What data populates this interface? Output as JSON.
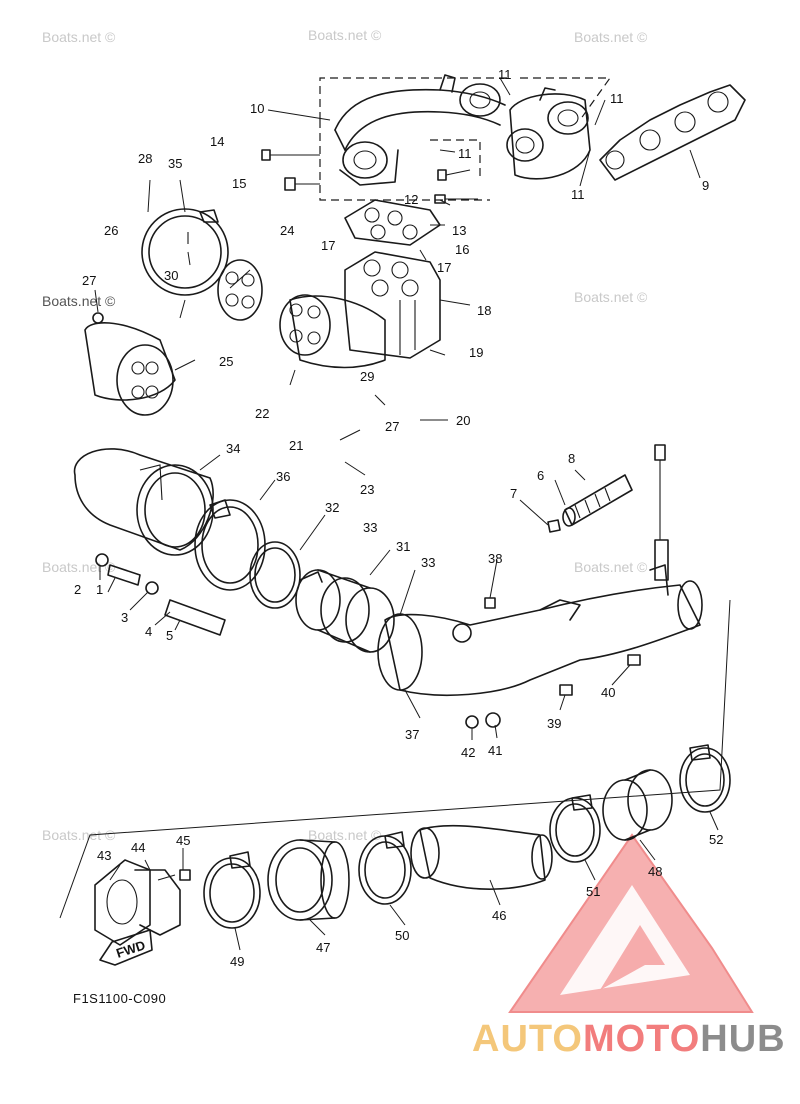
{
  "watermark_text": "Boats.net ©",
  "diagram_code": "F1S1100-C090",
  "fwd_label": "FWD",
  "logo": {
    "part1": "AUTO",
    "part2": "MOTO",
    "part3": "HUB",
    "color_primary": "#f27d7d",
    "color_secondary": "#f4c77a",
    "color_tertiary": "#8c8c8c"
  },
  "callouts": {
    "n1": "1",
    "n2": "2",
    "n3": "3",
    "n4": "4",
    "n5": "5",
    "n6": "6",
    "n7": "7",
    "n8": "8",
    "n9": "9",
    "n10": "10",
    "n11a": "11",
    "n11b": "11",
    "n11c": "11",
    "n11d": "11",
    "n12": "12",
    "n13": "13",
    "n14": "14",
    "n15": "15",
    "n16": "16",
    "n17a": "17",
    "n17b": "17",
    "n18": "18",
    "n19": "19",
    "n20": "20",
    "n21": "21",
    "n22": "22",
    "n23": "23",
    "n24": "24",
    "n25": "25",
    "n26": "26",
    "n27a": "27",
    "n27b": "27",
    "n28": "28",
    "n29": "29",
    "n30": "30",
    "n31": "31",
    "n32": "32",
    "n33a": "33",
    "n33b": "33",
    "n34": "34",
    "n35": "35",
    "n36": "36",
    "n37": "37",
    "n38": "38",
    "n39": "39",
    "n40": "40",
    "n41": "41",
    "n42": "42",
    "n43": "43",
    "n44": "44",
    "n45": "45",
    "n46": "46",
    "n47": "47",
    "n48": "48",
    "n49": "49",
    "n50": "50",
    "n51": "51",
    "n52": "52"
  }
}
